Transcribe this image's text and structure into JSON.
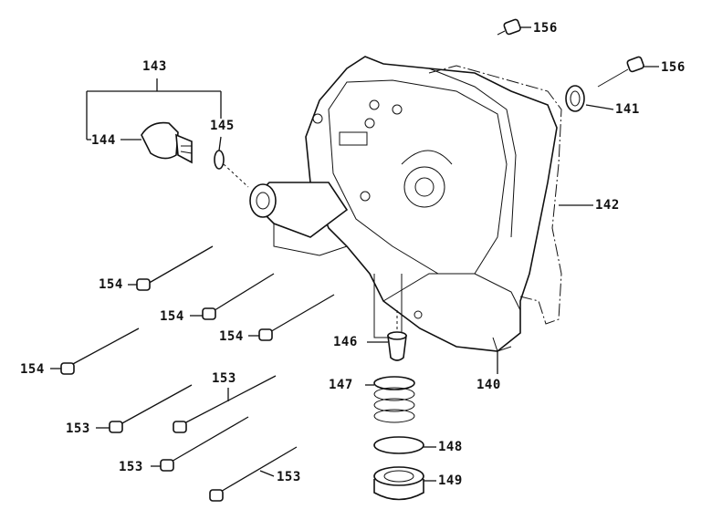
{
  "title": "Right crankcase cover parts diagram",
  "callouts": {
    "p156a": "156",
    "p156b": "156",
    "p143": "143",
    "p145": "145",
    "p144": "144",
    "p141": "141",
    "p142": "142",
    "p154a": "154",
    "p154b": "154",
    "p154c": "154",
    "p154d": "154",
    "p146": "146",
    "p140": "140",
    "p153a": "153",
    "p153b": "153",
    "p153c": "153",
    "p153d": "153",
    "p147": "147",
    "p148": "148",
    "p149": "149"
  }
}
